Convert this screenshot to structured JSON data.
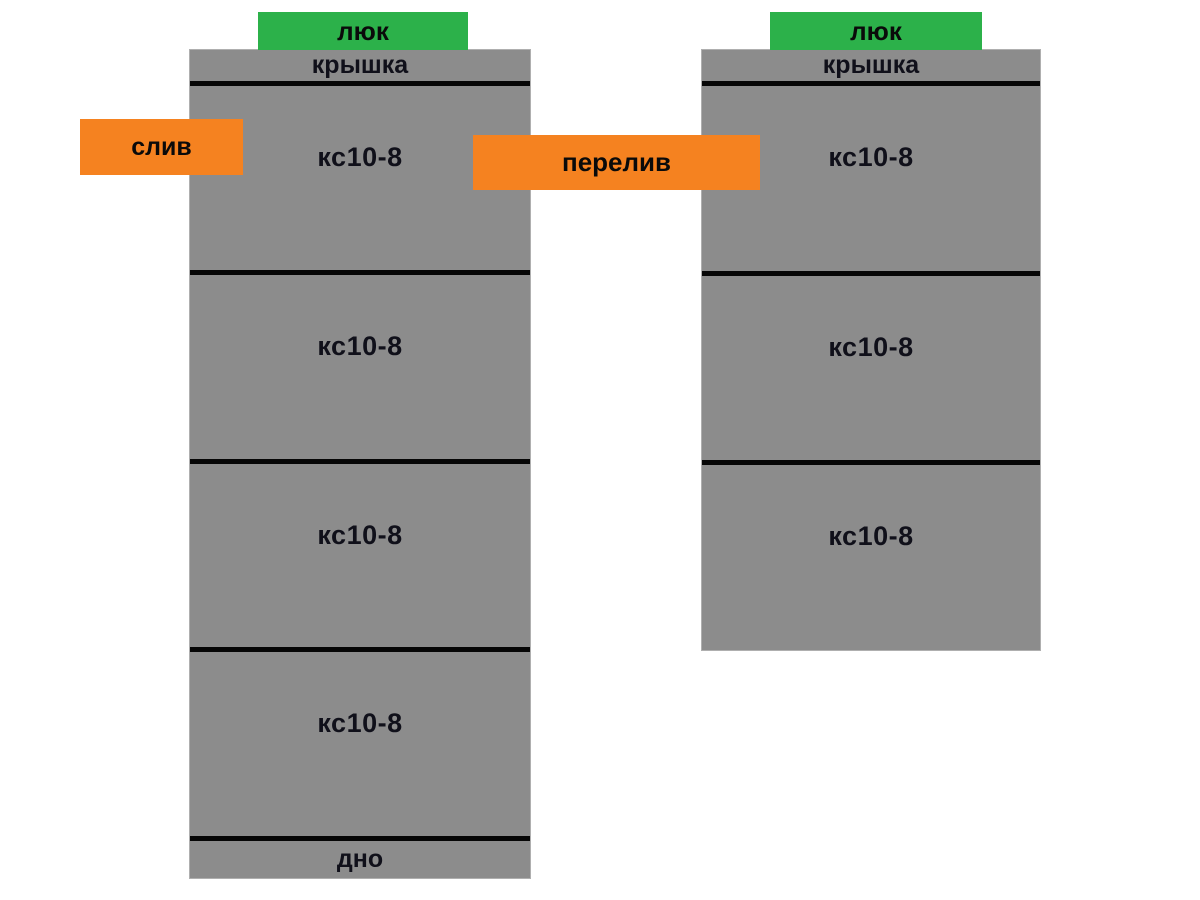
{
  "colors": {
    "ring_gray": "#8c8c8c",
    "hatch_green": "#2cb14a",
    "callout_orange": "#f58220",
    "separator_black": "#060606",
    "background": "#ffffff"
  },
  "left_tank": {
    "hatch_label": "люк",
    "cover_label": "крышка",
    "rings": [
      "кс10-8",
      "кс10-8",
      "кс10-8",
      "кс10-8"
    ],
    "bottom_label": "дно"
  },
  "right_tank": {
    "hatch_label": "люк",
    "cover_label": "крышка",
    "rings": [
      "кс10-8",
      "кс10-8",
      "кс10-8"
    ]
  },
  "callouts": {
    "drain": "слив",
    "overflow": "перелив"
  }
}
